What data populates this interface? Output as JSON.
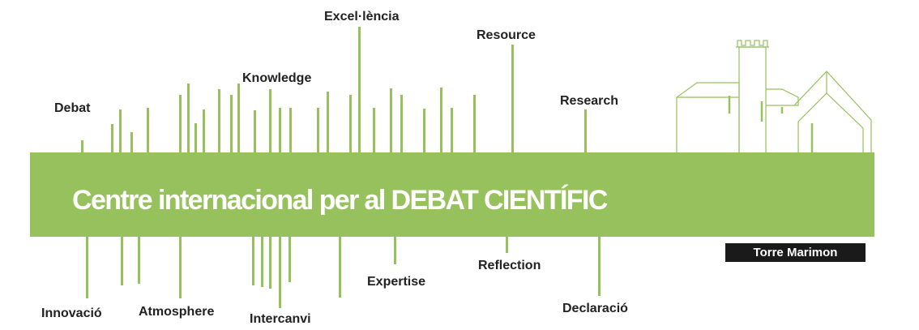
{
  "banner": {
    "title": "Centre internacional per al DEBAT CIENTÍFIC",
    "brand": "Torre Marimon",
    "color": "#97c15c"
  },
  "keywords_top": [
    "Debat",
    "Knowledge",
    "Excel·lència",
    "Resource",
    "Research"
  ],
  "keywords_bottom": [
    "Innovació",
    "Atmosphere",
    "Intercanvi",
    "Expertise",
    "Reflection",
    "Declaració"
  ],
  "illustration": {
    "icon": "castle-tower-icon"
  }
}
